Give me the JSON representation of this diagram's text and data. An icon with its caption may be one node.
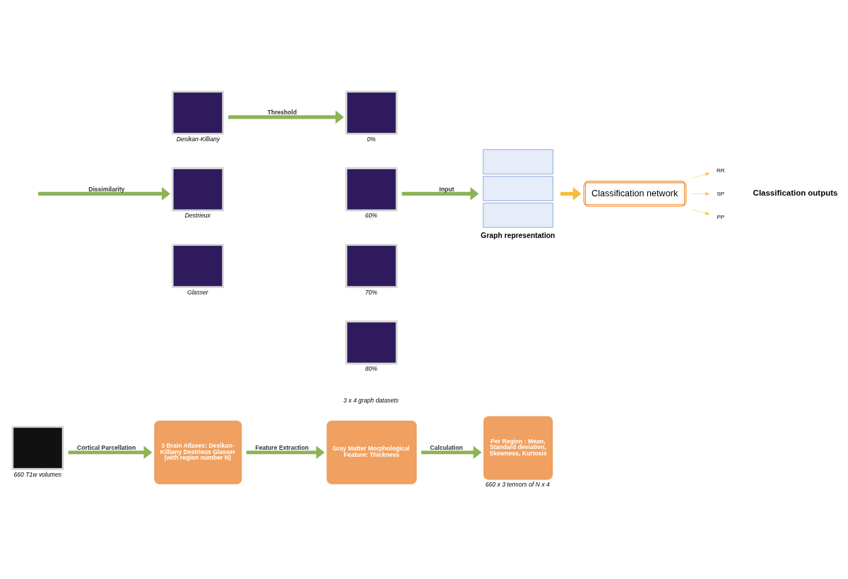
{
  "diagram": {
    "nodes": [
      {
        "text": [],
        "shape": "picture",
        "beside": [
          "660 T1w volumes"
        ]
      },
      {
        "text": [
          "3 Brain Atlases: Desikan-Killiany Destrieux Glasser (with region number N)"
        ]
      },
      {
        "text": [
          "Gray Matter Morphological Feature: Thickness"
        ]
      },
      {
        "text": [
          "Per Region : Mean, Standard deviation, Skewness, Kurtosis"
        ],
        "beside": [
          "660 x 3 tensors of N x 4"
        ]
      },
      {
        "text": [],
        "shape": "picture",
        "beside": [
          "Desikan-Killiany"
        ]
      },
      {
        "text": [],
        "shape": "picture",
        "beside": [
          "Destrieux"
        ]
      },
      {
        "text": [],
        "shape": "picture",
        "beside": [
          "Glasser"
        ]
      },
      {
        "text": [],
        "shape": "picture",
        "beside": [
          "0%"
        ]
      },
      {
        "text": [],
        "shape": "picture",
        "beside": [
          "60%"
        ]
      },
      {
        "text": [],
        "shape": "picture",
        "beside": [
          "70%"
        ]
      },
      {
        "text": [],
        "shape": "picture",
        "beside": [
          "80%"
        ]
      },
      {
        "text": [],
        "shape": "picture",
        "beside": [
          "Graph representation"
        ]
      },
      {
        "text": [
          "Classification network"
        ]
      },
      {
        "text": [
          "RR"
        ]
      },
      {
        "text": [
          "SP"
        ]
      },
      {
        "text": [
          "PP"
        ]
      }
    ],
    "edges": [
      {
        "from": 0,
        "to": 1,
        "arrow": "to",
        "label": "Cortical Parcellation",
        "color": "#8cb356"
      },
      {
        "from": 1,
        "to": 2,
        "arrow": "to",
        "label": "Feature Extraction",
        "color": "#8cb356"
      },
      {
        "from": 2,
        "to": 3,
        "arrow": "to",
        "label": "Calculation",
        "color": "#8cb356"
      },
      {
        "from": null,
        "to": 5,
        "arrow": "to",
        "label": "Dissimilarity",
        "color": "#8cb356"
      },
      {
        "from": 4,
        "to": 7,
        "arrow": "to",
        "label": "Threshold",
        "color": "#8cb356"
      },
      {
        "from": 8,
        "to": 11,
        "arrow": "to",
        "label": "Input",
        "color": "#8cb356"
      },
      {
        "from": 11,
        "to": 12,
        "arrow": "to",
        "color": "#f5bd3c"
      },
      {
        "from": 12,
        "to": 13,
        "arrow": "to",
        "color": "#f5c542"
      },
      {
        "from": 12,
        "to": 14,
        "arrow": "to",
        "color": "#f5c542"
      },
      {
        "from": 12,
        "to": 15,
        "arrow": "to",
        "color": "#f5c542"
      }
    ],
    "labels": [
      "Classification outputs",
      "3 x 4 graph datasets"
    ]
  }
}
